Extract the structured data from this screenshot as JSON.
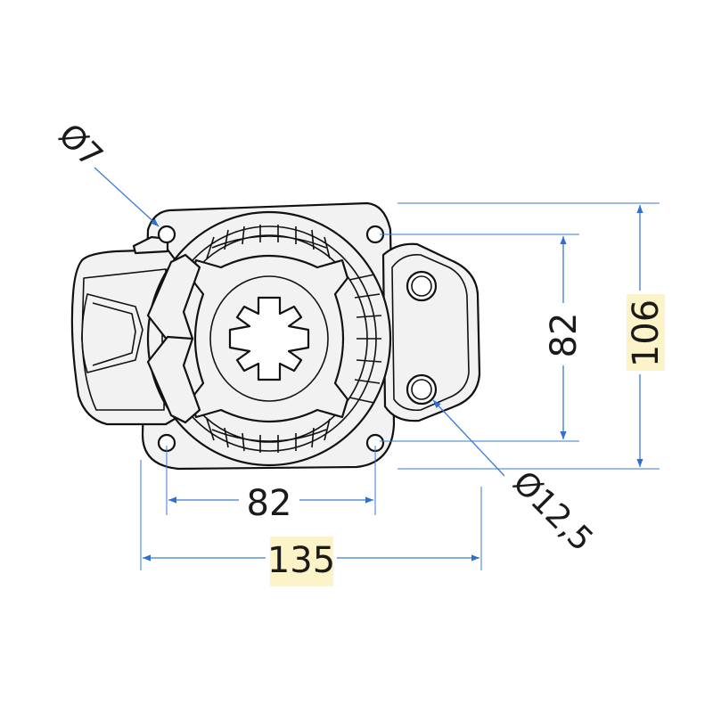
{
  "dimensions": {
    "hole_small_diameter": "Ø7",
    "hole_large_diameter": "Ø12,5",
    "hole_spacing_horizontal": "82",
    "hole_spacing_vertical": "82",
    "overall_width": "135",
    "overall_height": "106"
  },
  "colors": {
    "dimension_line": "#3a7bd5",
    "highlight": "#fdf3c8",
    "part_fill": "#f2f2f2",
    "outline": "#111111"
  }
}
